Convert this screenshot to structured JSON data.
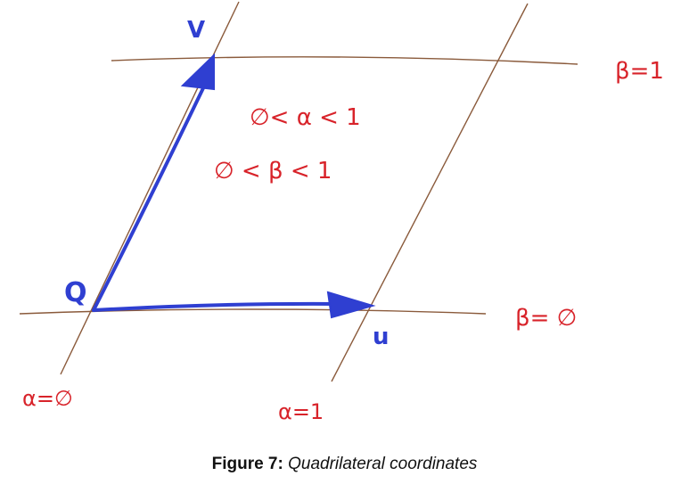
{
  "diagram": {
    "labels": {
      "v": "V",
      "u": "u",
      "q": "Q",
      "alpha_range": "∅< α < 1",
      "beta_range": "∅ < β < 1",
      "beta_one": "β=1",
      "beta_zero": "β= ∅",
      "alpha_zero": "α=∅",
      "alpha_one": "α=1"
    },
    "colors": {
      "axis_line": "#8a5a3b",
      "vector": "#2f3fd1",
      "annotation": "#d8232a"
    }
  },
  "caption": {
    "number": "Figure 7:",
    "text": "Quadrilateral coordinates"
  }
}
